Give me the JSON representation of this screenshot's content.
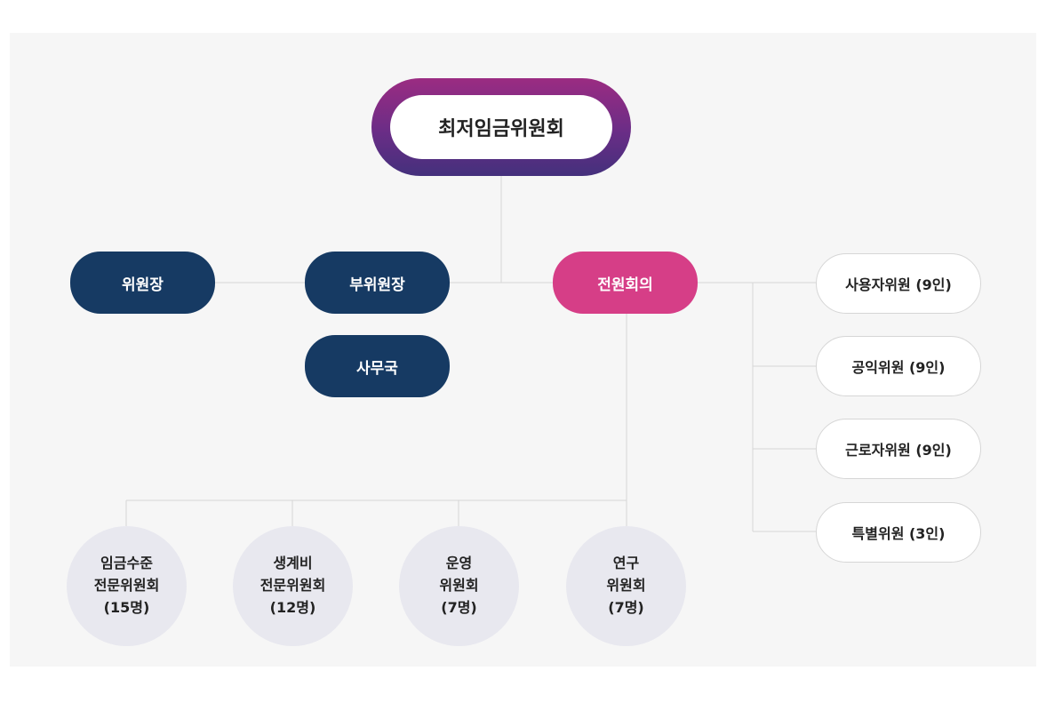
{
  "root": {
    "label": "최저임금위원회"
  },
  "leadership": {
    "chair": "위원장",
    "vice_chair": "부위원장",
    "secretariat": "사무국"
  },
  "plenary": {
    "label": "전원회의"
  },
  "members": [
    {
      "label": "사용자위원 (9인)"
    },
    {
      "label": "공익위원 (9인)"
    },
    {
      "label": "근로자위원 (9인)"
    },
    {
      "label": "특별위원 (3인)"
    }
  ],
  "committees": [
    {
      "line1": "임금수준",
      "line2": "전문위원회",
      "line3": "(15명)"
    },
    {
      "line1": "생계비",
      "line2": "전문위원회",
      "line3": "(12명)"
    },
    {
      "line1": "운영",
      "line2": "위원회",
      "line3": "(7명)"
    },
    {
      "line1": "연구",
      "line2": "위원회",
      "line3": "(7명)"
    }
  ],
  "colors": {
    "navy": "#163a63",
    "pink": "#d63e87",
    "root_gradient_top": "#9b2c82",
    "root_gradient_bottom": "#44307c",
    "committee_bg": "#e8e8ef",
    "connector": "#d6d6d6"
  }
}
